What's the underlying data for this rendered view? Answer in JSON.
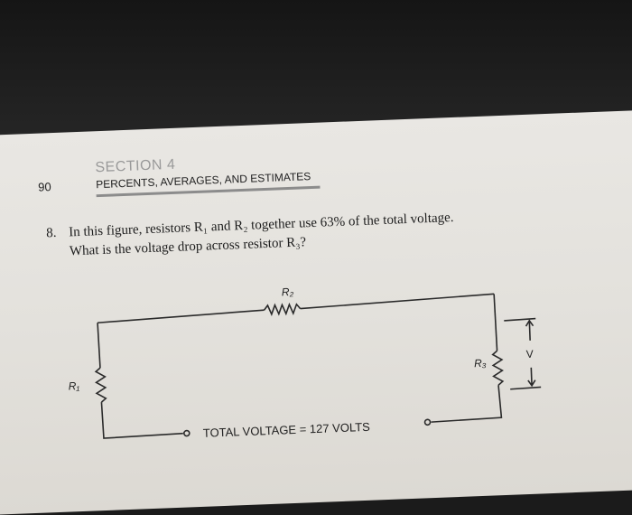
{
  "header": {
    "page_number": "90",
    "section_label": "SECTION 4",
    "section_title": "PERCENTS, AVERAGES, AND ESTIMATES"
  },
  "question": {
    "number": "8.",
    "line1": "In this figure, resistors R₁ and R₂ together use 63% of the total voltage.",
    "line2": "What is the voltage drop across resistor R₃?"
  },
  "circuit": {
    "r1_label": "R₁",
    "r2_label": "R₂",
    "r3_label": "R₃",
    "v_label": "V",
    "total_voltage_label": "TOTAL VOLTAGE = 127 VOLTS"
  }
}
